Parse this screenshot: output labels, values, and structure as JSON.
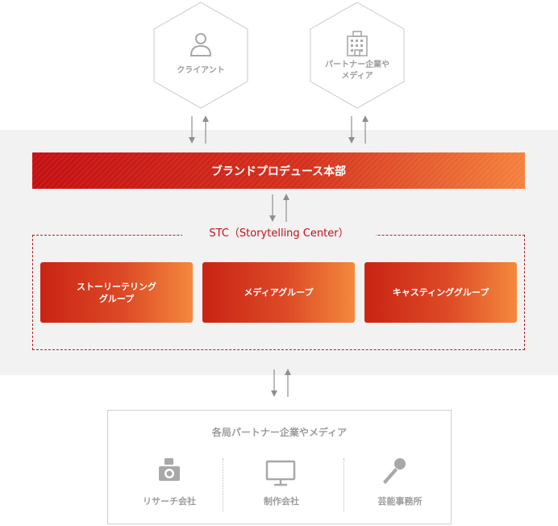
{
  "top_nodes": [
    {
      "label_lines": [
        "クライアント"
      ],
      "icon": "person-icon"
    },
    {
      "label_lines": [
        "パートナー企業や",
        "メディア"
      ],
      "icon": "building-icon"
    }
  ],
  "brand_bar": {
    "label": "ブランドプロデュース本部"
  },
  "stc": {
    "title": "STC（Storytelling Center）",
    "groups": [
      {
        "lines": [
          "ストーリーテリング",
          "グループ"
        ]
      },
      {
        "lines": [
          "メディアグループ"
        ]
      },
      {
        "lines": [
          "キャスティンググループ"
        ]
      }
    ]
  },
  "partners": {
    "title": "各局パートナー企業やメディア",
    "items": [
      {
        "label": "リサーチ会社",
        "icon": "camera-icon"
      },
      {
        "label": "制作会社",
        "icon": "monitor-icon"
      },
      {
        "label": "芸能事務所",
        "icon": "microphone-icon"
      }
    ]
  },
  "colors": {
    "accent_red": "#c40f12",
    "accent_orange": "#f4813c",
    "dashed_border": "#b71c1c",
    "gray_text": "#9c9c9c",
    "band_bg": "#f2f2f2"
  }
}
